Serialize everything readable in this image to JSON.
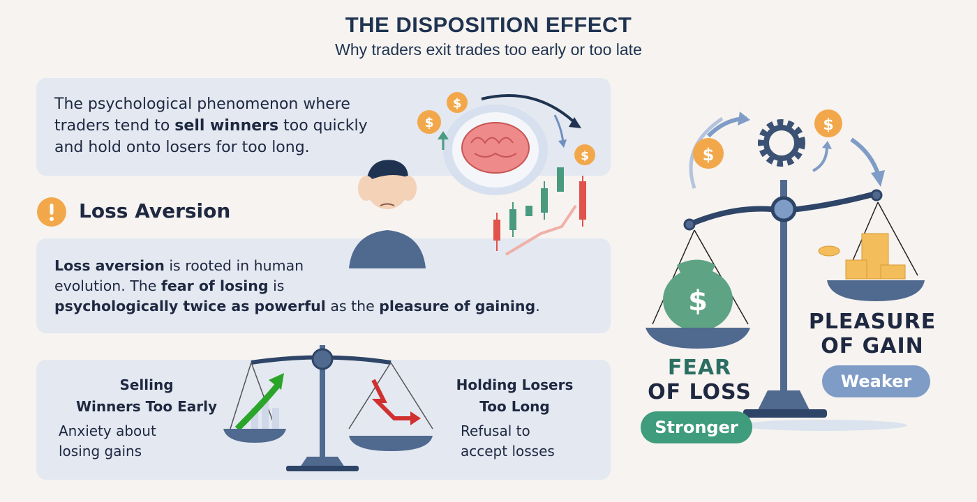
{
  "header": {
    "title": "THE DISPOSITION EFFECT",
    "subtitle": "Why traders exit trades too early or too late"
  },
  "definition": {
    "line1": "The psychological phenomenon where",
    "line2_pre": "traders tend to ",
    "line2_bold": "sell winners",
    "line2_post": " too quickly",
    "line3": "and hold onto losers for too long."
  },
  "loss_aversion": {
    "heading": "Loss Aversion",
    "l1_bold": "Loss aversion",
    "l1_post": " is rooted in human",
    "l2_pre": "evolution. The ",
    "l2_bold": "fear of losing",
    "l2_post": " is",
    "l3_bold": "psychologically twice as powerful",
    "l3_mid": " as the ",
    "l3_bold2": "pleasure of gaining",
    "l3_post": "."
  },
  "comparison": {
    "left": {
      "title1": "Selling",
      "title2": "Winners Too Early",
      "desc1": "Anxiety about",
      "desc2": "losing gains"
    },
    "right": {
      "title1": "Holding Losers",
      "title2": "Too Long",
      "desc1": "Refusal to",
      "desc2": "accept losses"
    }
  },
  "scale": {
    "right_label1": "PLEASURE",
    "right_label2": "OF GAIN",
    "right_badge": "Weaker",
    "left_label1": "FEAR",
    "left_label2": "OF LOSS",
    "left_badge": "Stronger",
    "coin_symbol": "$"
  },
  "colors": {
    "navy": "#1f3350",
    "green": "#3f9c7c",
    "blue": "#7f9cc6",
    "orange": "#f2a84a",
    "red": "#e0524a"
  }
}
